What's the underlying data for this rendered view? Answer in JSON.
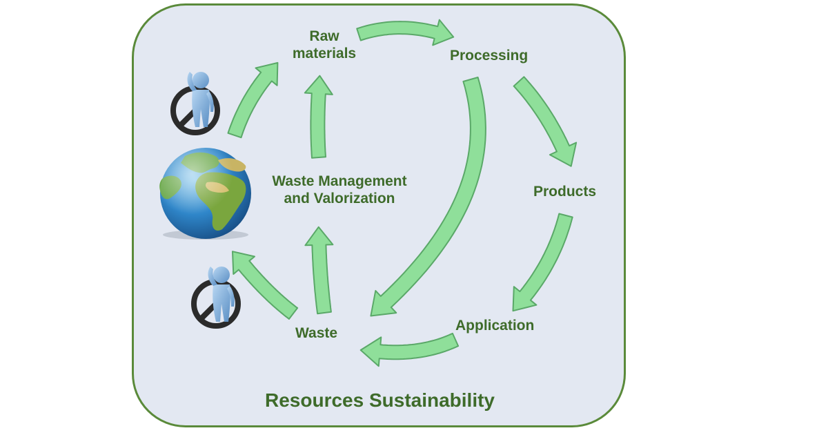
{
  "diagram": {
    "nodes": {
      "raw_materials": "Raw\nmaterials",
      "processing": "Processing",
      "products": "Products",
      "application": "Application",
      "waste": "Waste",
      "waste_management": "Waste Management\nand Valorization"
    },
    "footer": "Resources Sustainability",
    "colors": {
      "arrow_fill": "#8fdf9a",
      "arrow_stroke": "#5aa868",
      "text": "#3e6b2a",
      "panel_fill": "#e3e8f2",
      "panel_border": "#5a8a3a"
    },
    "icons": [
      "globe-icon",
      "prohibited-person-icon",
      "prohibited-person-icon"
    ]
  }
}
